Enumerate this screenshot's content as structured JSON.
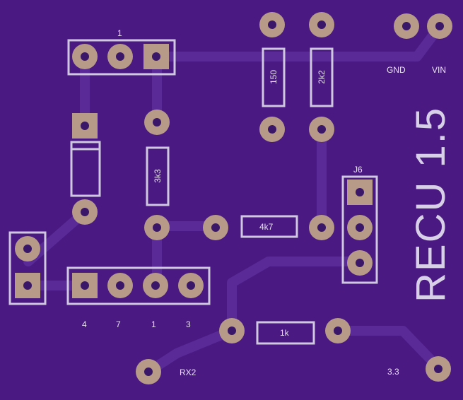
{
  "board": {
    "board_color": "#4a1a82",
    "trace_color": "#5a2a96",
    "silk_color": "#cfc8e0",
    "pad_color": "#b89a88",
    "hole_color": "#3a1768"
  },
  "labels": {
    "header_pin1": "1",
    "gnd": "GND",
    "vin": "VIN",
    "r150": "150",
    "r2k2": "2k2",
    "r3k3": "3k3",
    "r4k7": "4k7",
    "r1k": "1k",
    "j6": "J6",
    "pin4": "4",
    "pin7": "7",
    "pin1": "1",
    "pin3": "3",
    "rx2": "RX2",
    "v33": "3.3",
    "title": "RECU 1.5"
  }
}
